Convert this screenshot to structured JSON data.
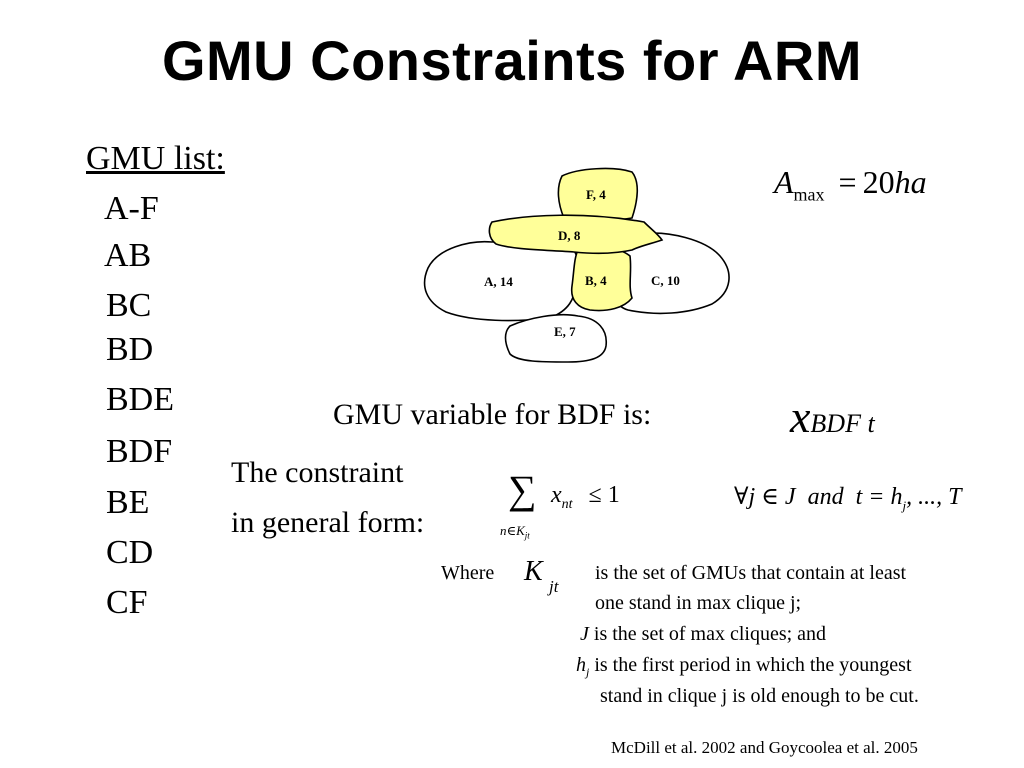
{
  "slide": {
    "title": "GMU Constraints for ARM",
    "gmu_list": {
      "heading": "GMU list:",
      "items": [
        "A-F",
        "AB",
        "BC",
        "BD",
        "BDE",
        "BDF",
        "BE",
        "CD",
        "CF"
      ]
    },
    "amax": {
      "symbol": "A",
      "subscript": "max",
      "rhs": "20",
      "unit": "ha"
    },
    "stand_map": {
      "fill_highlight": "#ffff99",
      "stands": [
        {
          "label": "F, 4",
          "highlighted": true
        },
        {
          "label": "D, 8",
          "highlighted": true
        },
        {
          "label": "A, 14",
          "highlighted": false
        },
        {
          "label": "B, 4",
          "highlighted": true
        },
        {
          "label": "C, 10",
          "highlighted": false
        },
        {
          "label": "E, 7",
          "highlighted": false
        }
      ]
    },
    "gmu_variable": {
      "text": "GMU variable for BDF is:",
      "symbol": "x",
      "subscript": "BDF t"
    },
    "constraint": {
      "label_line1": "The constraint",
      "label_line2": "in general form:",
      "sum_symbol": "∑",
      "sum_lower": "n∈K",
      "sum_lower_sub": "jt",
      "term": "x",
      "term_sub": "nt",
      "leq": "≤ 1",
      "quantifier": "∀j ∈ J",
      "and_word": "and",
      "t_range": "t = h",
      "t_range_sub": "j",
      "t_range_tail": ",  ...,  T"
    },
    "definitions": {
      "where": "Where",
      "k_symbol": "K",
      "k_sub": "jt",
      "k_desc_1": "is the set of GMUs that contain at least",
      "k_desc_2": "one stand in max clique j;",
      "j_symbol": "J",
      "j_desc": "is the set of max cliques; and",
      "h_symbol": "h",
      "h_sub": "j",
      "h_desc_1": "is the first period in which the youngest",
      "h_desc_2": "stand in clique j is old enough to be cut."
    },
    "citation": "McDill et al. 2002 and Goycoolea et al. 2005"
  }
}
